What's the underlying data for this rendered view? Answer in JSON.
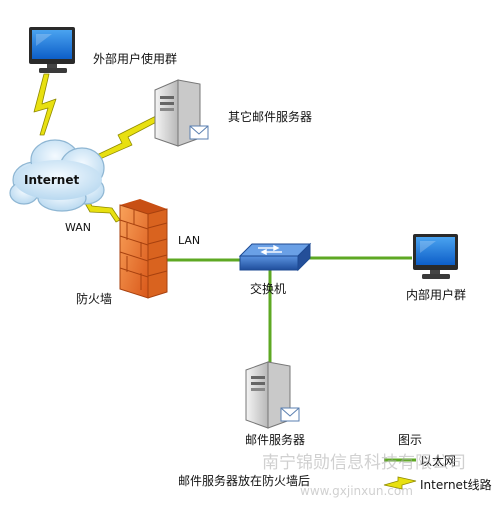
{
  "nodes": {
    "external_users": "外部用户使用群",
    "other_mail_servers": "其它邮件服务器",
    "internet": "Internet",
    "firewall": "防火墙",
    "switch": "交换机",
    "internal_users": "内部用户群",
    "mail_server": "邮件服务器"
  },
  "links": {
    "wan": "WAN",
    "lan": "LAN"
  },
  "legend": {
    "title": "图示",
    "ethernet": "以太网",
    "internet_line": "Internet线路"
  },
  "caption": "邮件服务器放在防火墙后",
  "watermark": {
    "company": "南宁锦勋信息科技有限公司",
    "url": "www.gxjinxun.com"
  },
  "colors": {
    "ethernet_line": "#5ea823",
    "internet_bolt": "#e8e010",
    "cloud": "#cfe6f6",
    "firewall": "#ef7a2c",
    "switch": "#2f64b8"
  }
}
